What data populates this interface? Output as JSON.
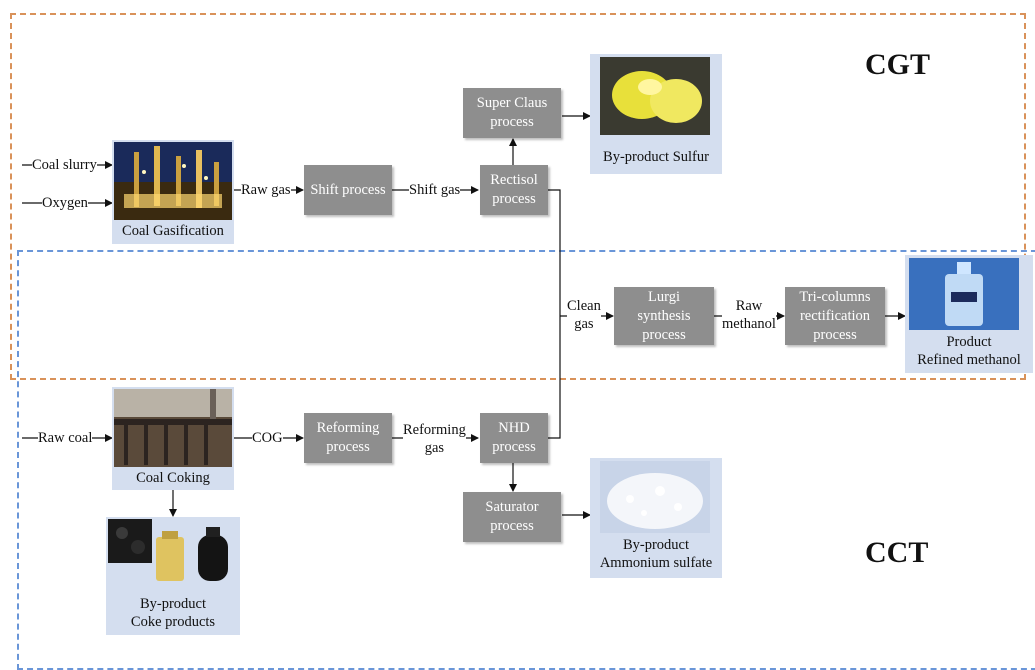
{
  "regions": {
    "cgt": "CGT",
    "cct": "CCT"
  },
  "processes": {
    "super_claus": "Super Claus\nprocess",
    "shift": "Shift process",
    "rectisol": "Rectisol\nprocess",
    "lurgi": "Lurgi\nsynthesis\nprocess",
    "tri_columns": "Tri-columns\nrectification\nprocess",
    "reforming": "Reforming\nprocess",
    "nhd": "NHD\nprocess",
    "saturator": "Saturator\nprocess"
  },
  "panels": {
    "coal_gasification": "Coal Gasification",
    "by_product_sulfur": "By-product Sulfur",
    "refined_methanol": "Product\nRefined methanol",
    "coal_coking": "Coal Coking",
    "coke_products": "By-product\nCoke products",
    "ammonium_sulfate": "By-product\nAmmonium sulfate"
  },
  "streams": {
    "coal_slurry": "Coal slurry",
    "oxygen": "Oxygen",
    "raw_gas": "Raw gas",
    "shift_gas": "Shift gas",
    "clean_gas": "Clean\ngas",
    "raw_methanol": "Raw\nmethanol",
    "raw_coal": "Raw coal",
    "cog": "COG",
    "reforming_gas": "Reforming\ngas"
  },
  "colors": {
    "cgt_border": "#d9925a",
    "cct_border": "#6a96d8",
    "process_box": "#8e8e8e",
    "panel_bg": "#d4deef"
  }
}
